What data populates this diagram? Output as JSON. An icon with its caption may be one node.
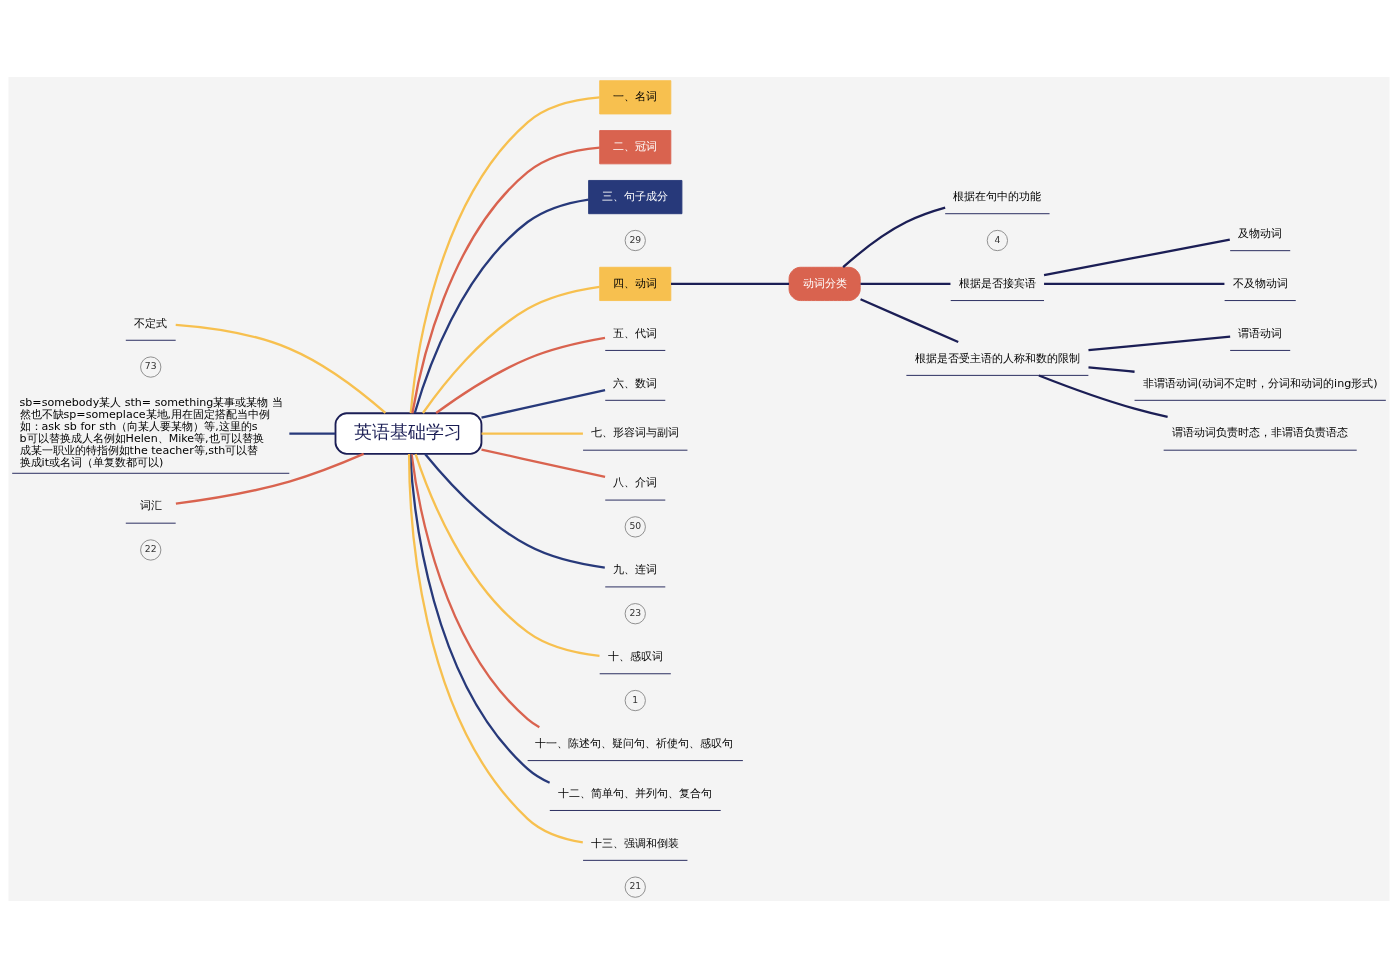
{
  "diagram": {
    "nodes": [
      {
        "text": [
          "英语基础学习"
        ]
      },
      {
        "text": [
          "一、名词"
        ]
      },
      {
        "text": [
          "二、冠词"
        ]
      },
      {
        "text": [
          "三、句子成分"
        ],
        "beside": [
          "29"
        ]
      },
      {
        "text": [
          "四、动词"
        ]
      },
      {
        "text": [
          "动词分类"
        ]
      },
      {
        "text": [
          "根据在句中的功能"
        ],
        "beside": [
          "4"
        ]
      },
      {
        "text": [
          "根据是否接宾语"
        ]
      },
      {
        "text": [
          "及物动词"
        ]
      },
      {
        "text": [
          "不及物动词"
        ]
      },
      {
        "text": [
          "根据是否受主语的人称和数的限制"
        ]
      },
      {
        "text": [
          "谓语动词"
        ]
      },
      {
        "text": [
          "非谓语动词(动词不定时，分词和动词的ing形式)"
        ]
      },
      {
        "text": [
          "谓语动词负责时态，非谓语负责语态"
        ]
      },
      {
        "text": [
          "五、代词"
        ]
      },
      {
        "text": [
          "六、数词"
        ]
      },
      {
        "text": [
          "七、形容词与副词"
        ]
      },
      {
        "text": [
          "八、介词"
        ],
        "beside": [
          "50"
        ]
      },
      {
        "text": [
          "九、连词"
        ],
        "beside": [
          "23"
        ]
      },
      {
        "text": [
          "十、感叹词"
        ],
        "beside": [
          "1"
        ]
      },
      {
        "text": [
          "十一、陈述句、疑问句、祈使句、感叹句"
        ]
      },
      {
        "text": [
          "十二、简单句、并列句、复合句"
        ]
      },
      {
        "text": [
          "十三、强调和倒装"
        ],
        "beside": [
          "21"
        ]
      },
      {
        "text": [
          "不定式"
        ],
        "beside": [
          "73"
        ]
      },
      {
        "text": [
          "sb=somebody某人 sth= something某事或某物 当然也不缺sp=someplace某地,用在固定搭配当中例如：ask sb for sth（向某人要某物）等,这里的sb可以替换成人名例如Helen、Mike等,也可以替换成某一职业的特指例如the teacher等,sth可以替换成it或名词（单复数都可以)"
        ]
      },
      {
        "text": [
          "词汇"
        ],
        "beside": [
          "22"
        ]
      }
    ],
    "edges": [
      {
        "from": 0,
        "to": 1,
        "arrow": "none",
        "color": "#f7c04f"
      },
      {
        "from": 0,
        "to": 2,
        "arrow": "none",
        "color": "#d9634f"
      },
      {
        "from": 0,
        "to": 3,
        "arrow": "none",
        "color": "#27397a"
      },
      {
        "from": 0,
        "to": 4,
        "arrow": "none",
        "color": "#f7c04f"
      },
      {
        "from": 4,
        "to": 5,
        "arrow": "none",
        "color": "#1b1e55"
      },
      {
        "from": 5,
        "to": 6,
        "arrow": "none",
        "color": "#1b1e55"
      },
      {
        "from": 5,
        "to": 7,
        "arrow": "none",
        "color": "#1b1e55"
      },
      {
        "from": 7,
        "to": 8,
        "arrow": "none",
        "color": "#1b1e55"
      },
      {
        "from": 7,
        "to": 9,
        "arrow": "none",
        "color": "#1b1e55"
      },
      {
        "from": 5,
        "to": 10,
        "arrow": "none",
        "color": "#1b1e55"
      },
      {
        "from": 10,
        "to": 11,
        "arrow": "none",
        "color": "#1b1e55"
      },
      {
        "from": 10,
        "to": 12,
        "arrow": "none",
        "color": "#1b1e55"
      },
      {
        "from": 10,
        "to": 13,
        "arrow": "none",
        "color": "#1b1e55"
      },
      {
        "from": 0,
        "to": 14,
        "arrow": "none",
        "color": "#d9634f"
      },
      {
        "from": 0,
        "to": 15,
        "arrow": "none",
        "color": "#27397a"
      },
      {
        "from": 0,
        "to": 16,
        "arrow": "none",
        "color": "#f7c04f"
      },
      {
        "from": 0,
        "to": 17,
        "arrow": "none",
        "color": "#d9634f"
      },
      {
        "from": 0,
        "to": 18,
        "arrow": "none",
        "color": "#27397a"
      },
      {
        "from": 0,
        "to": 19,
        "arrow": "none",
        "color": "#f7c04f"
      },
      {
        "from": 0,
        "to": 20,
        "arrow": "none",
        "color": "#d9634f"
      },
      {
        "from": 0,
        "to": 21,
        "arrow": "none",
        "color": "#27397a"
      },
      {
        "from": 0,
        "to": 22,
        "arrow": "none",
        "color": "#f7c04f"
      },
      {
        "from": 0,
        "to": 23,
        "arrow": "none",
        "color": "#f7c04f"
      },
      {
        "from": 0,
        "to": 24,
        "arrow": "none",
        "color": "#27397a"
      },
      {
        "from": 0,
        "to": 25,
        "arrow": "none",
        "color": "#d9634f"
      }
    ]
  }
}
